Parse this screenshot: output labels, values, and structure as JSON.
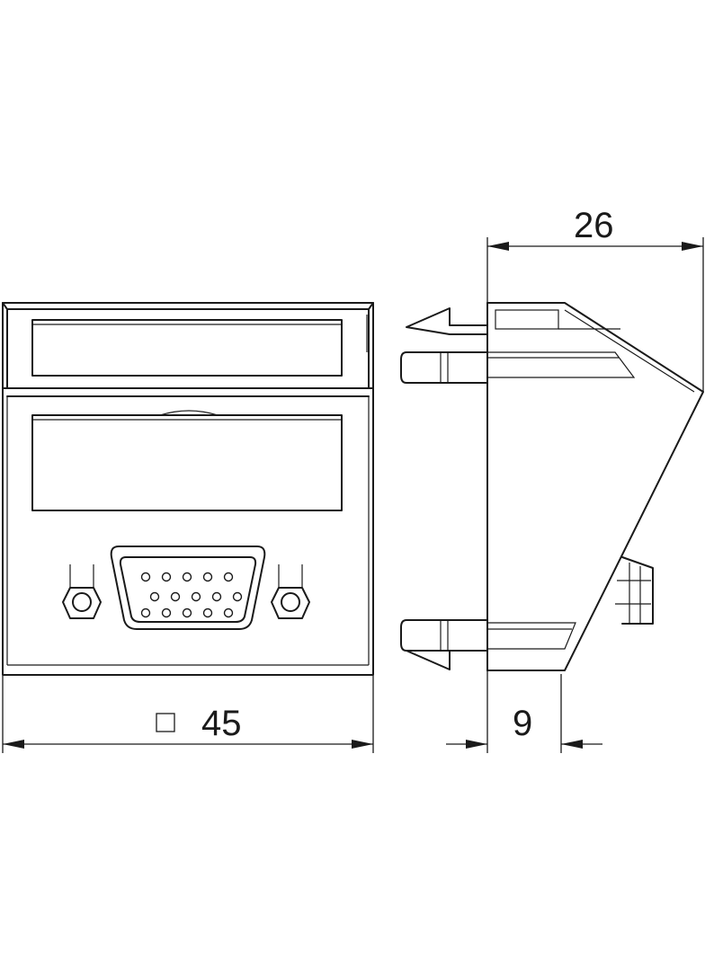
{
  "dimensions": {
    "width_symbol": "□",
    "width_value": "45",
    "depth_value": "26",
    "offset_value": "9"
  },
  "icons": {
    "square_symbol": "square-icon",
    "vga_connector": "vga-connector-icon"
  }
}
